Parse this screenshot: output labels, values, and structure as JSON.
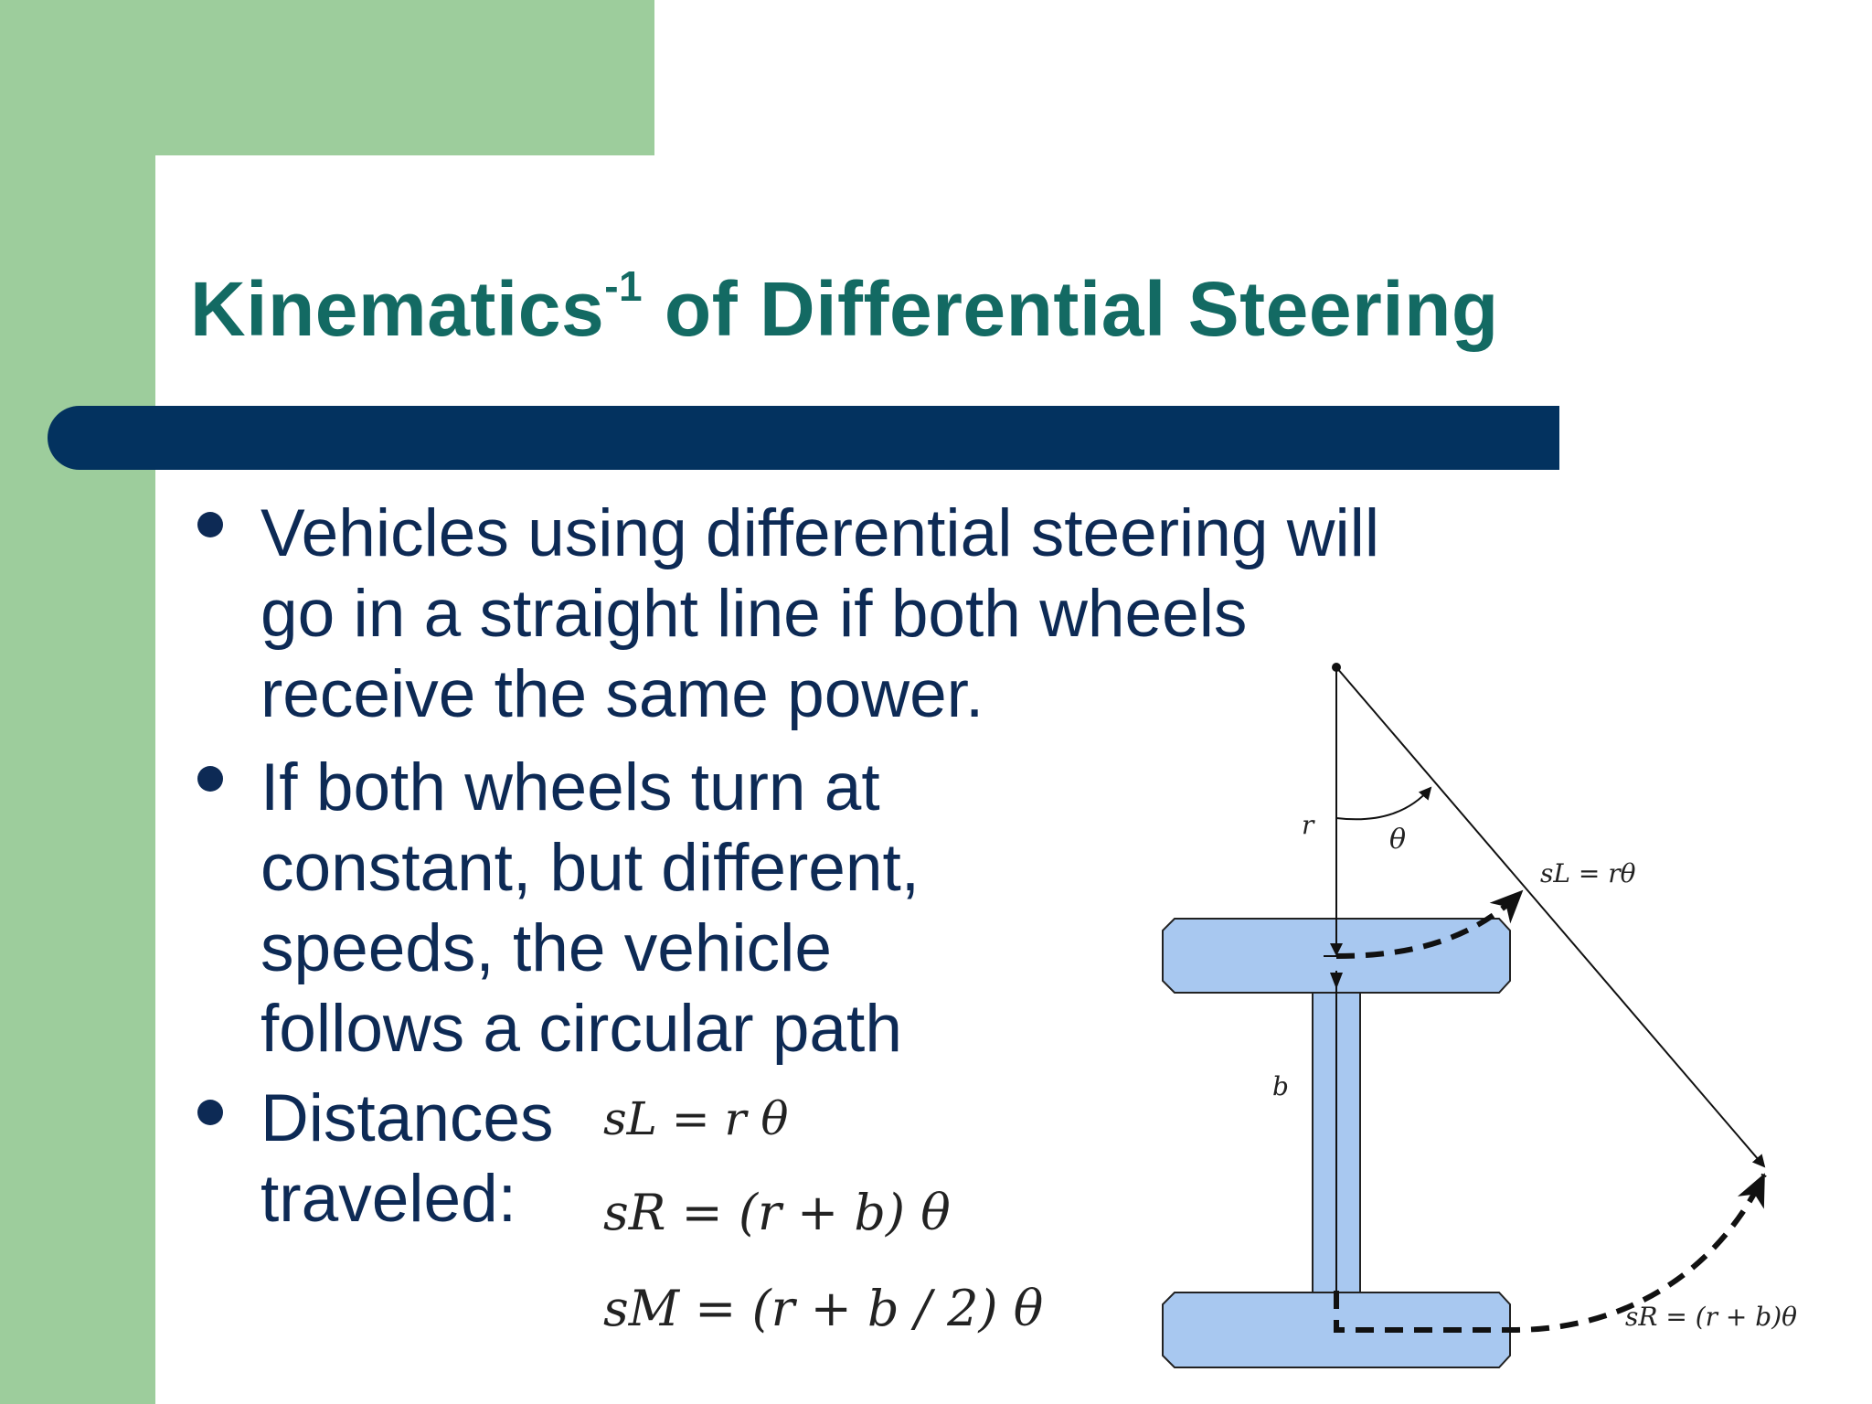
{
  "slide": {
    "title_main": "Kinematics",
    "title_sup": "-1",
    "title_rest": " of Differential Steering"
  },
  "bullets": [
    {
      "lines": [
        "Vehicles using differential steering will",
        "go in a straight line if both wheels",
        "receive the same power."
      ]
    },
    {
      "lines": [
        "If both wheels turn at",
        "constant, but different,",
        "speeds, the vehicle",
        "follows a circular path"
      ]
    },
    {
      "lines": [
        "Distances",
        "traveled:"
      ]
    }
  ],
  "equations": {
    "left": "sL = r θ",
    "right": "sR = (r + b) θ",
    "middle": "sM = (r + b / 2) θ"
  },
  "diagram": {
    "label_r": "r",
    "label_theta": "θ",
    "label_b": "b",
    "label_sl": "sL = rθ",
    "label_sr": "sR = (r + b)θ"
  },
  "colors": {
    "green": "#9dcd9c",
    "title": "#136a63",
    "bar": "#03325f",
    "text": "#0d2a55",
    "wheel_fill": "#a8c8f0"
  }
}
